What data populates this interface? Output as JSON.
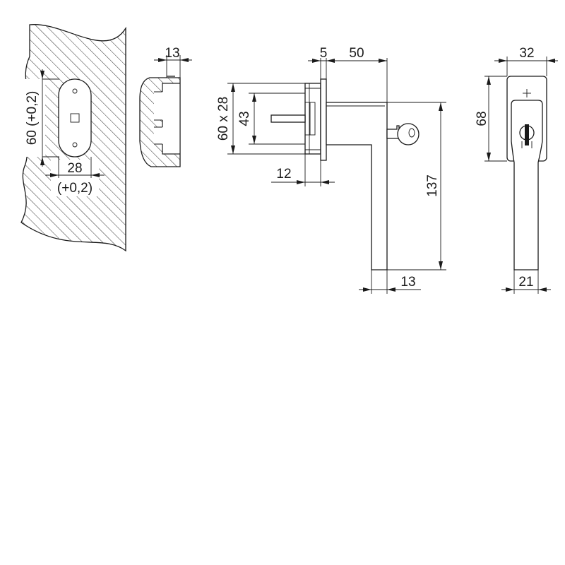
{
  "colors": {
    "line": "#1a1a1a",
    "background": "#ffffff"
  },
  "dimensions": {
    "mount_height": "60 (+0,2)",
    "mount_width": "28",
    "mount_width_tol": "(+0,2)",
    "cover_depth": "13",
    "plate_thickness": "5",
    "handle_reach": "50",
    "rose_size": "60 x 28",
    "spindle_span": "43",
    "spindle_length": "12",
    "handle_length": "137",
    "grip_thickness": "13",
    "front_width": "32",
    "rose_height": "68",
    "grip_width": "21"
  },
  "icons": {
    "key": "key-icon",
    "lock_cylinder": "lock-cylinder-icon",
    "plus_mark": "plus-icon"
  }
}
